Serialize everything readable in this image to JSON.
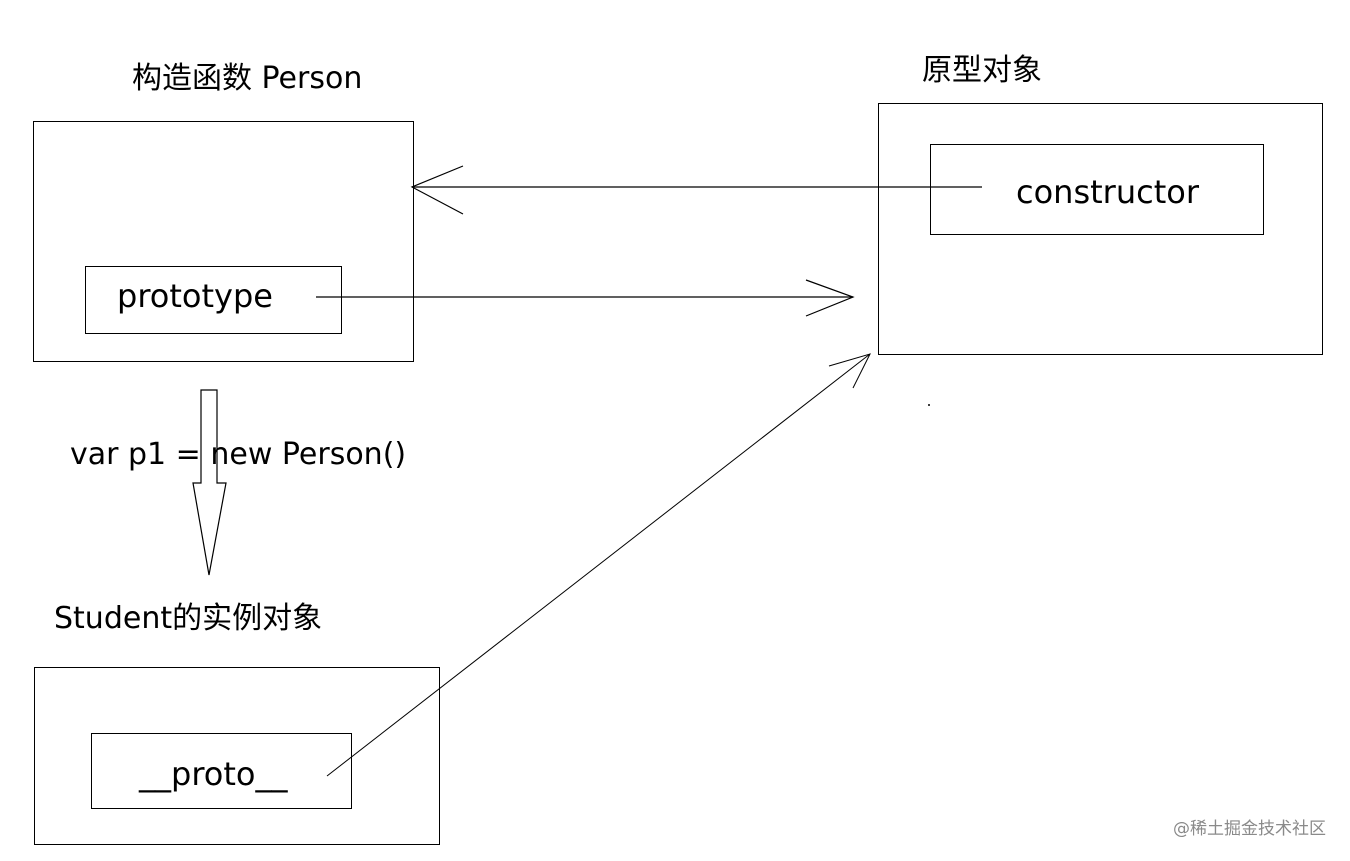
{
  "constructor_title": "构造函数 Person",
  "prototype_object_title": "原型对象",
  "instance_title": "Student的实例对象",
  "new_expression": "var p1 = new Person()",
  "prototype_property": "prototype",
  "constructor_property": "constructor",
  "proto_property": "__proto__",
  "watermark": "@稀土掘金技术社区",
  "colors": {
    "stroke": "#000000",
    "background": "#ffffff",
    "watermark": "#8a8a8a"
  }
}
